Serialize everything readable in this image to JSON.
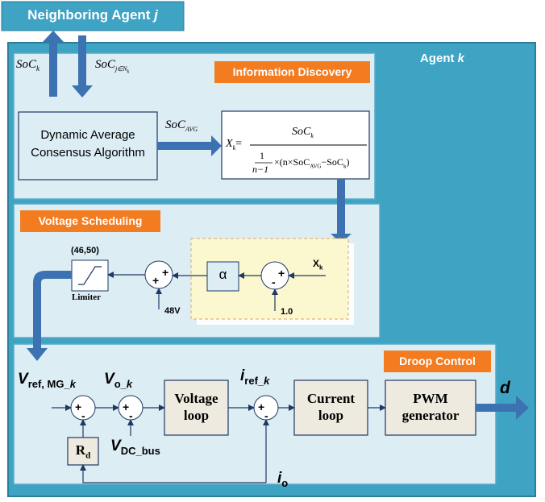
{
  "neighbor": {
    "label": "Neighboring Agent ",
    "label_italic": "j"
  },
  "agent": {
    "label": "Agent ",
    "label_italic": "k"
  },
  "info_discovery": {
    "title": "Information Discovery",
    "soc_k": "SoC",
    "soc_k_sub": "k",
    "soc_j": "SoC",
    "soc_j_sub": "j∈N",
    "soc_j_subsub": "k",
    "consensus_line1": "Dynamic Average",
    "consensus_line2": "Consensus Algorithm",
    "soc_avg": "SoC",
    "soc_avg_sub": "AVG",
    "formula": {
      "lhs": "X",
      "lhs_sub": "k",
      "eq": "=",
      "numerator": "SoC",
      "numerator_sub": "k",
      "frac_num": "1",
      "frac_den": "n−1",
      "den_rest": "×(n×SoC",
      "den_avg_sub": "AVG",
      "den_minus": "−SoC",
      "den_k_sub": "k",
      "den_close": ")"
    }
  },
  "voltage_scheduling": {
    "title": "Voltage Scheduling",
    "limiter_range": "(46,50)",
    "limiter_label": "Limiter",
    "v48": "48V",
    "alpha": "α",
    "xk": "X",
    "xk_sub": "k",
    "one": "1.0",
    "plus1": "+",
    "plus2": "+",
    "plus3": "+",
    "minus1": "-"
  },
  "droop_control": {
    "title": "Droop Control",
    "vref": "V",
    "vref_sub": "ref, MG_",
    "vref_sub_k": "k",
    "vo": "V",
    "vo_sub": "o_",
    "vo_sub_k": "k",
    "iref": "i",
    "iref_sub": "ref_",
    "iref_sub_k": "k",
    "voltage_loop_1": "Voltage",
    "voltage_loop_2": "loop",
    "current_loop_1": "Current",
    "current_loop_2": "loop",
    "pwm_1": "PWM",
    "pwm_2": "generator",
    "rd": "R",
    "rd_sub": "d",
    "vdc": "V",
    "vdc_sub": "DC_bus",
    "io": "i",
    "io_sub": "o",
    "d": "d",
    "s1_plus": "+",
    "s1_minus": "-",
    "s2_plus": "+",
    "s2_minus": "-",
    "s3_plus": "+",
    "s3_minus": "-"
  },
  "colors": {
    "agent_bg": "#3fa3c4",
    "panel_bg": "#dcedf4",
    "title_orange": "#f47c20",
    "arrow_blue": "#3c72b2",
    "dark_navy": "#1f3864",
    "block_bg": "#eeeae0",
    "yellow_bg": "#fbf8cf"
  }
}
